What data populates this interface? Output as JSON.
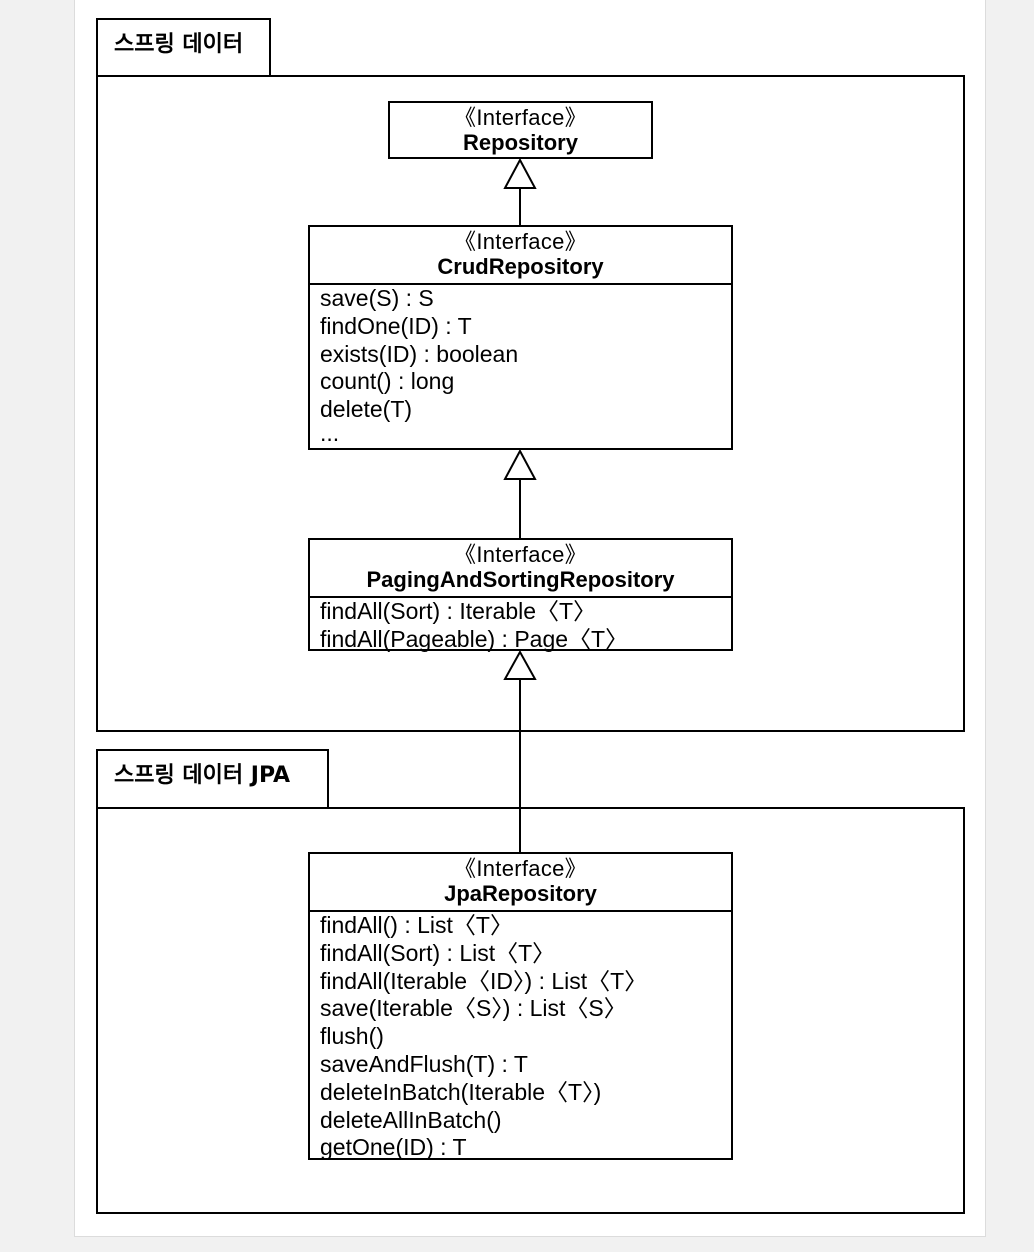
{
  "packages": {
    "spring_data": {
      "label": "스프링 데이터"
    },
    "spring_data_jpa": {
      "label": "스프링 데이터 JPA"
    }
  },
  "classes": {
    "repository": {
      "stereotype": "《Interface》",
      "name": "Repository",
      "methods": []
    },
    "crud": {
      "stereotype": "《Interface》",
      "name": "CrudRepository",
      "methods": [
        "save(S) : S",
        "findOne(ID) : T",
        "exists(ID) : boolean",
        "count() : long",
        "delete(T)",
        "..."
      ]
    },
    "paging": {
      "stereotype": "《Interface》",
      "name": "PagingAndSortingRepository",
      "methods": [
        "findAll(Sort) : Iterable〈T〉",
        "findAll(Pageable) : Page〈T〉"
      ]
    },
    "jpa": {
      "stereotype": "《Interface》",
      "name": "JpaRepository",
      "methods": [
        "findAll() : List〈T〉",
        "findAll(Sort) : List〈T〉",
        "findAll(Iterable〈ID〉) : List〈T〉",
        "save(Iterable〈S〉) : List〈S〉",
        "flush()",
        "saveAndFlush(T) : T",
        "deleteInBatch(Iterable〈T〉)",
        "deleteAllInBatch()",
        "getOne(ID) : T"
      ]
    }
  },
  "relations": [
    {
      "type": "generalization",
      "from": "crud",
      "to": "repository"
    },
    {
      "type": "generalization",
      "from": "paging",
      "to": "crud"
    },
    {
      "type": "generalization",
      "from": "jpa",
      "to": "paging"
    }
  ]
}
